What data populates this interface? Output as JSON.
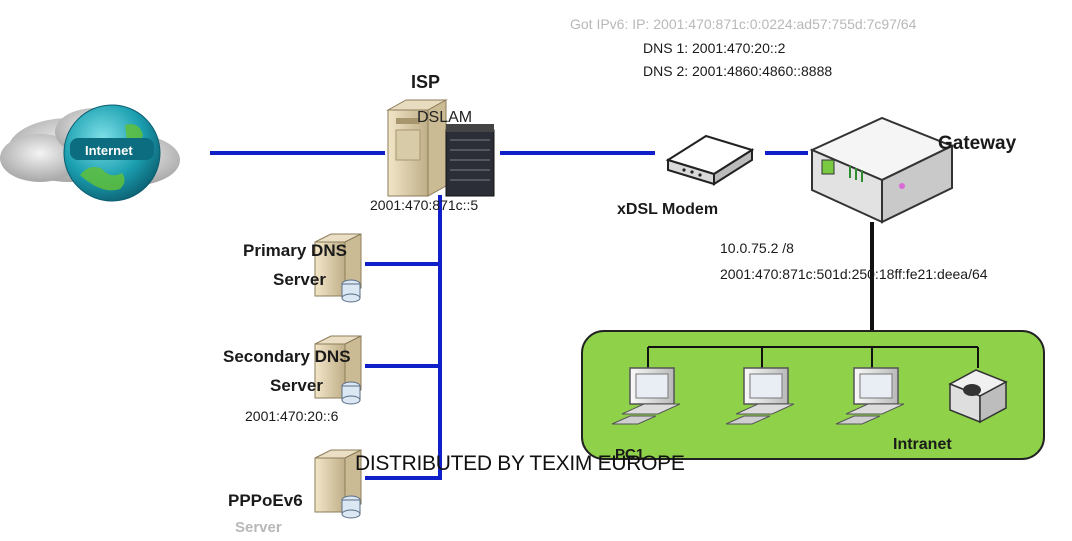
{
  "top_info": {
    "ipv6_line": "Got IPv6: IP: 2001:470:871c:0:0224:ad57:755d:7c97/64",
    "dns1": "DNS 1: 2001:470:20::2",
    "dns2": "DNS 2: 2001:4860:4860::8888"
  },
  "internet": {
    "label": "Internet"
  },
  "isp": {
    "title": "ISP",
    "dslam_label": "DSLAM",
    "address": "2001:470:871c::5"
  },
  "modem": {
    "label": "xDSL Modem"
  },
  "gateway": {
    "label": "Gateway",
    "ipv4": "10.0.75.2 /8",
    "ipv6": "2001:470:871c:501d:250:18ff:fe21:deea/64"
  },
  "servers": {
    "primary_dns": {
      "line1": "Primary DNS",
      "line2": "Server"
    },
    "secondary_dns": {
      "line1": "Secondary DNS",
      "line2": "Server",
      "address": "2001:470:20::6"
    },
    "pppoe": {
      "line1": "PPPoEv6",
      "line2": "Server"
    }
  },
  "intranet": {
    "label": "Intranet",
    "pc1_label": "PC1"
  },
  "watermark": "DISTRIBUTED BY TEXIM EUROPE",
  "colors": {
    "link": "#1020c8",
    "intranet_fill": "#8fd24a",
    "lan_line": "#111111"
  }
}
